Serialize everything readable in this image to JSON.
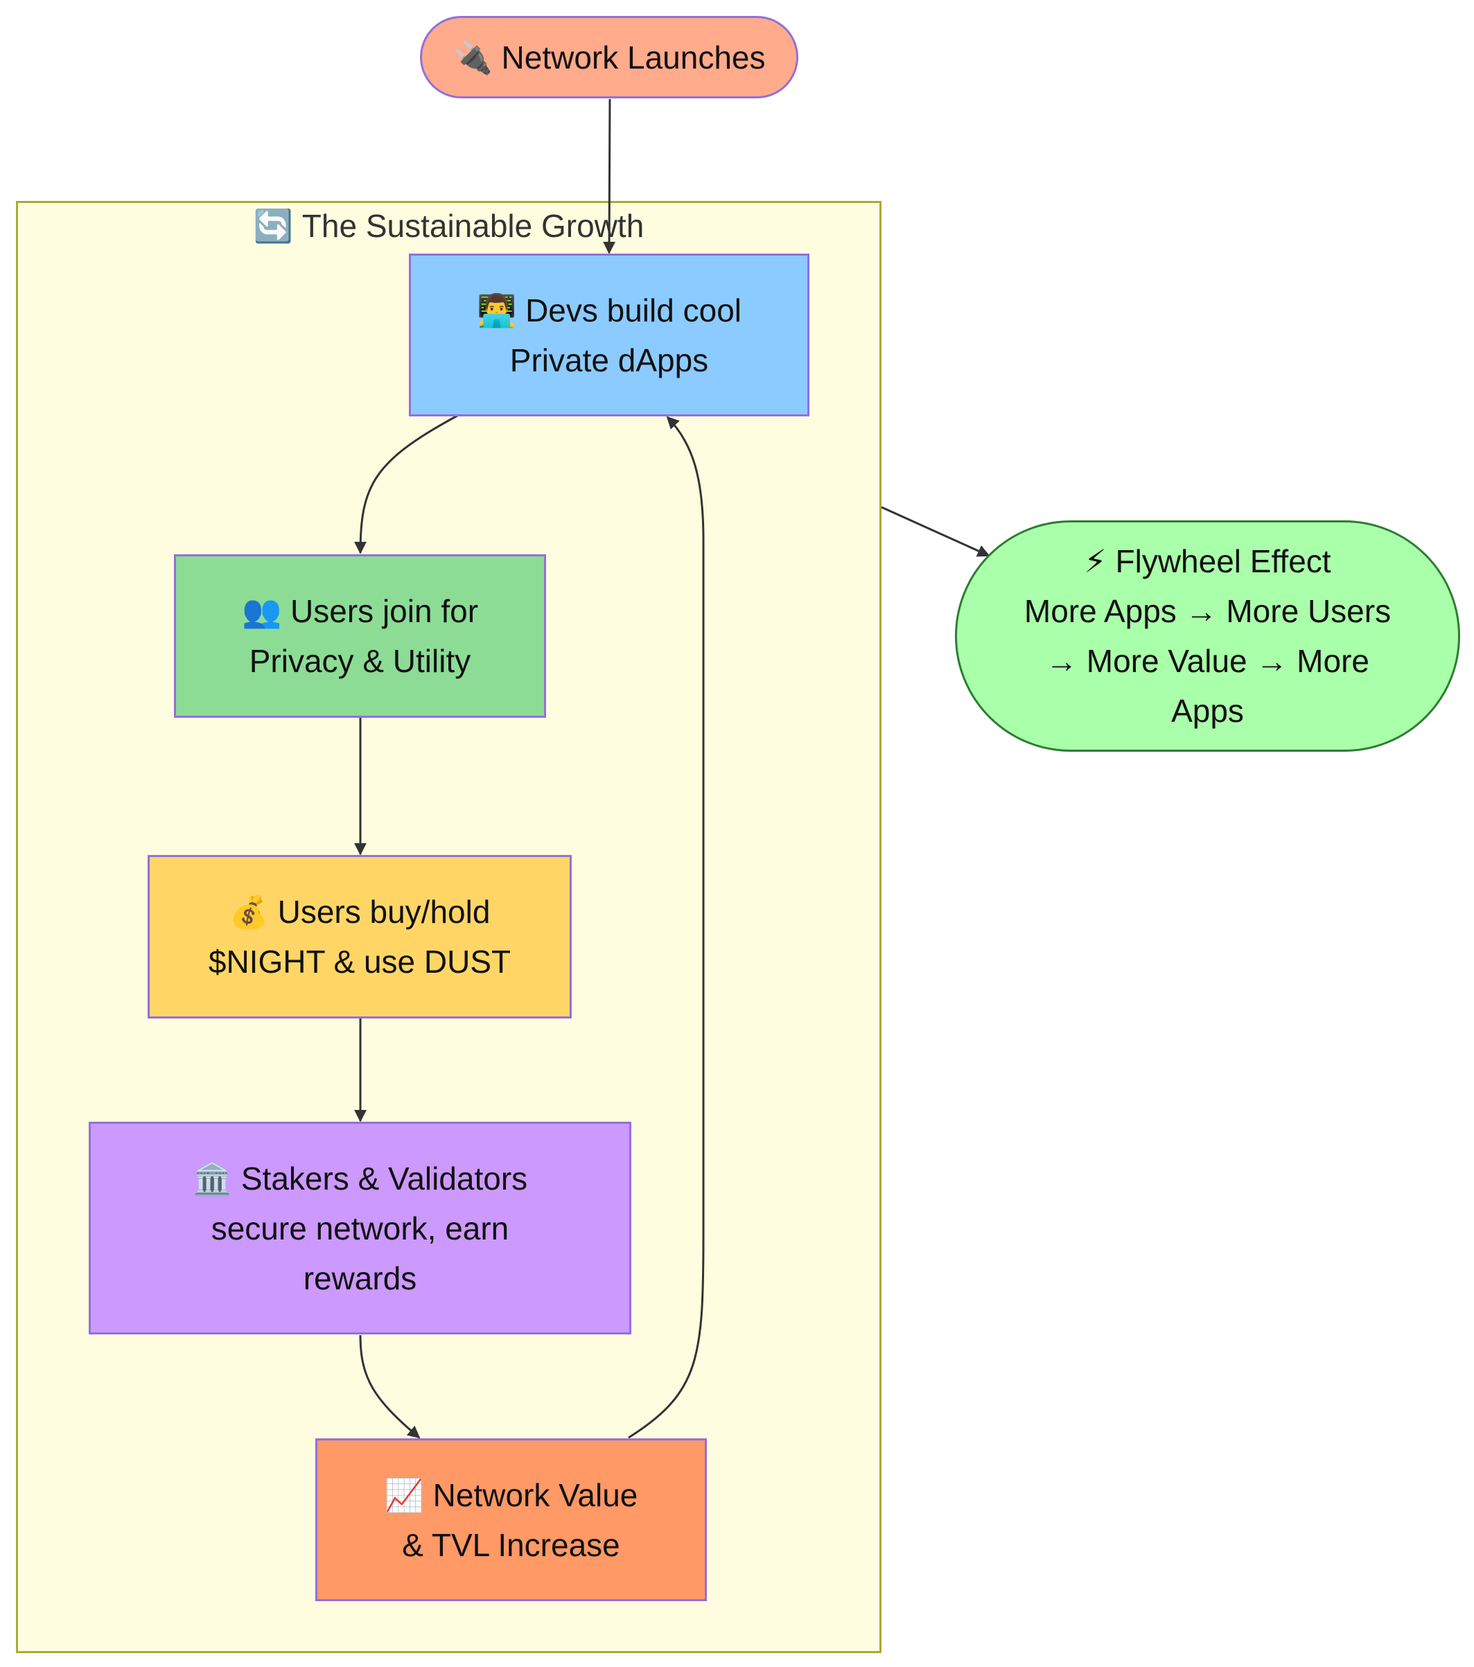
{
  "start": {
    "icon": "🔌",
    "text": "Network Launches",
    "color": "#FFAB8C"
  },
  "cluster": {
    "icon": "🔄",
    "title": "The Sustainable Growth",
    "color": "#FFFDE0"
  },
  "nodes": {
    "devs": {
      "icon": "👨‍💻",
      "lines": [
        "Devs build cool",
        "Private dApps"
      ],
      "color": "#8CCBFF"
    },
    "users": {
      "icon": "👥",
      "lines": [
        "Users join for",
        "Privacy & Utility"
      ],
      "color": "#8CDC96"
    },
    "buy": {
      "icon": "💰",
      "lines": [
        "Users buy/hold",
        "$NIGHT & use DUST"
      ],
      "color": "#FFD666"
    },
    "stakers": {
      "icon": "🏛️",
      "lines": [
        "Stakers & Validators",
        "secure network, earn",
        "rewards"
      ],
      "color": "#CC99FF"
    },
    "value": {
      "icon": "📈",
      "lines": [
        "Network Value",
        "& TVL Increase"
      ],
      "color": "#FF9966"
    }
  },
  "flywheel": {
    "icon": "⚡",
    "lines": [
      "Flywheel Effect",
      "More Apps → More Users",
      "→ More Value → More",
      "Apps"
    ],
    "color": "#AAFFAA"
  },
  "colors": {
    "edge": "#333333",
    "border": "#9370DB",
    "cluster_border": "#AAAA33",
    "flywheel_border": "#2E7D32"
  }
}
